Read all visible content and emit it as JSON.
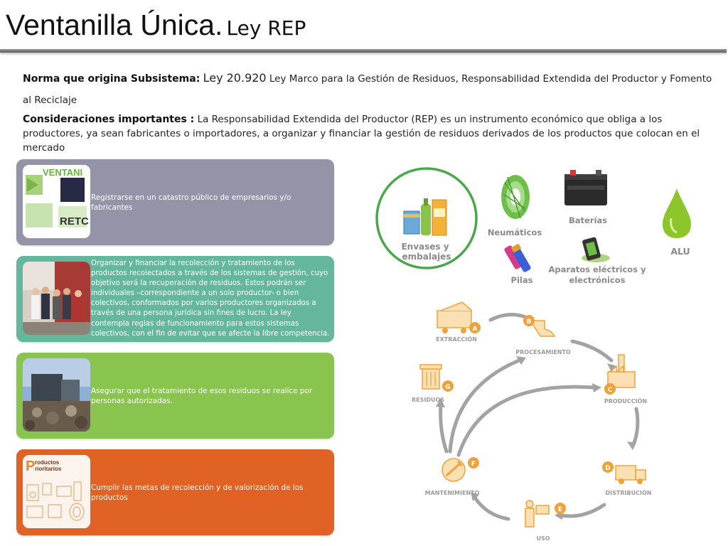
{
  "header": {
    "title": "Ventanilla Única.",
    "subtitle": "Ley REP"
  },
  "intro": {
    "norma_label": "Norma que origina Subsistema:",
    "norma_ley": "Ley 20.920",
    "norma_text": " Ley Marco para la Gestión de Residuos, Responsabilidad Extendida del Productor y Fomento al Reciclaje",
    "consid_label": "Consideraciones importantes :",
    "consid_text": " La Responsabilidad Extendida del Productor (REP) es un instrumento económico que obliga a los productores, ya sean fabricantes o importadores, a organizar y financiar la gestión de residuos derivados de los productos que colocan en el mercado"
  },
  "cards": [
    {
      "text": "Registrarse en un catastro público de empresarios y/o fabricantes",
      "thumb_text": [
        "VENTANI",
        "RETC"
      ],
      "color": "#9394a8"
    },
    {
      "text": "Organizar y financiar la recolección y tratamiento de los productos recolectados a través de los sistemas de gestión, cuyo objetivo será la recuperación de residuos. Estos podrán ser individuales –correspondiente a un solo productor- o bien colectivos, conformados por varios productores organizados a través de una persona jurídica sin fines de lucro. La ley contempla reglas de funcionamiento para estos sistemas colectivos, con el fin de evitar que se afecte la libre competencia.",
      "color": "#64b69c"
    },
    {
      "text": "Asegurar que el tratamiento de esos residuos se realice por personas autorizadas.",
      "color": "#89c44f"
    },
    {
      "text": "Cumplir las metas de recolección y de valorización de los productos",
      "thumb_text": [
        "roductos",
        "rioritarios"
      ],
      "color": "#e06325"
    }
  ],
  "products": {
    "items": [
      "Envases y embalajes",
      "Neumáticos",
      "Baterías",
      "Pilas",
      "Aparatos eléctricos y electrónicos",
      "ALU"
    ],
    "envases_lines": [
      "Envases y",
      "embalajes"
    ],
    "aparatos_lines": [
      "Aparatos eléctricos y",
      "electrónicos"
    ]
  },
  "cycle": {
    "stages": [
      {
        "letter": "A",
        "label": "EXTRACCIÓN"
      },
      {
        "letter": "B",
        "label": "PROCESAMIENTO"
      },
      {
        "letter": "C",
        "label": "PRODUCCIÓN"
      },
      {
        "letter": "D",
        "label": "DISTRIBUCIÓN"
      },
      {
        "letter": "E",
        "label": "USO"
      },
      {
        "letter": "F",
        "label": "MANTENIMIENTO"
      },
      {
        "letter": "G",
        "label": "RESIDUOS"
      }
    ]
  },
  "colors": {
    "accent_orange": "#f0a23a",
    "envases_green": "#4aa84a",
    "card1": "#9394a8",
    "card2": "#64b69c",
    "card3": "#89c44f",
    "card4": "#e06325"
  }
}
